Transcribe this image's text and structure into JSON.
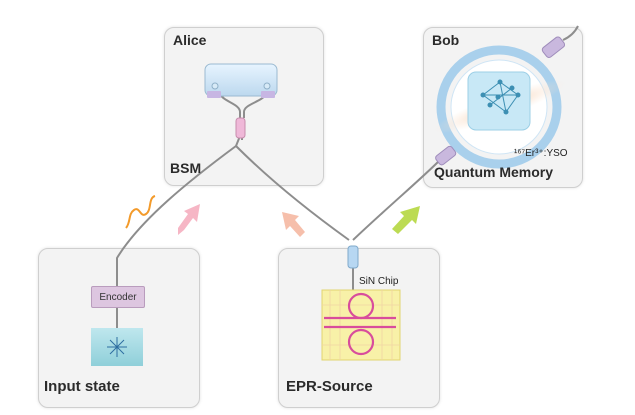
{
  "panels": {
    "alice": {
      "title": "Alice",
      "caption": "BSM"
    },
    "bob": {
      "title": "Bob",
      "caption": "Quantum Memory",
      "crystal": "¹⁶⁷Er³⁺:YSO"
    },
    "input": {
      "title": "Input state",
      "component": "Encoder"
    },
    "epr": {
      "title": "EPR-Source",
      "chip": "SiN Chip"
    }
  },
  "colors": {
    "panel_bg": "#f3f3f3",
    "fiber": "#8a8a8a",
    "connector": "#e9b7d6",
    "memory_ring": "#9cc9e8",
    "arrow_pink": "#f5b2c2",
    "arrow_green": "#b8d94a",
    "photon_orange": "#f39a2a",
    "chip_bg": "#f8f1a8",
    "chip_waveguide": "#d84d9c"
  },
  "icons": [
    "beam-splitter-icon",
    "wave-photon-icon",
    "laser-spark-icon",
    "crystal-lattice-icon",
    "chip-icon"
  ]
}
